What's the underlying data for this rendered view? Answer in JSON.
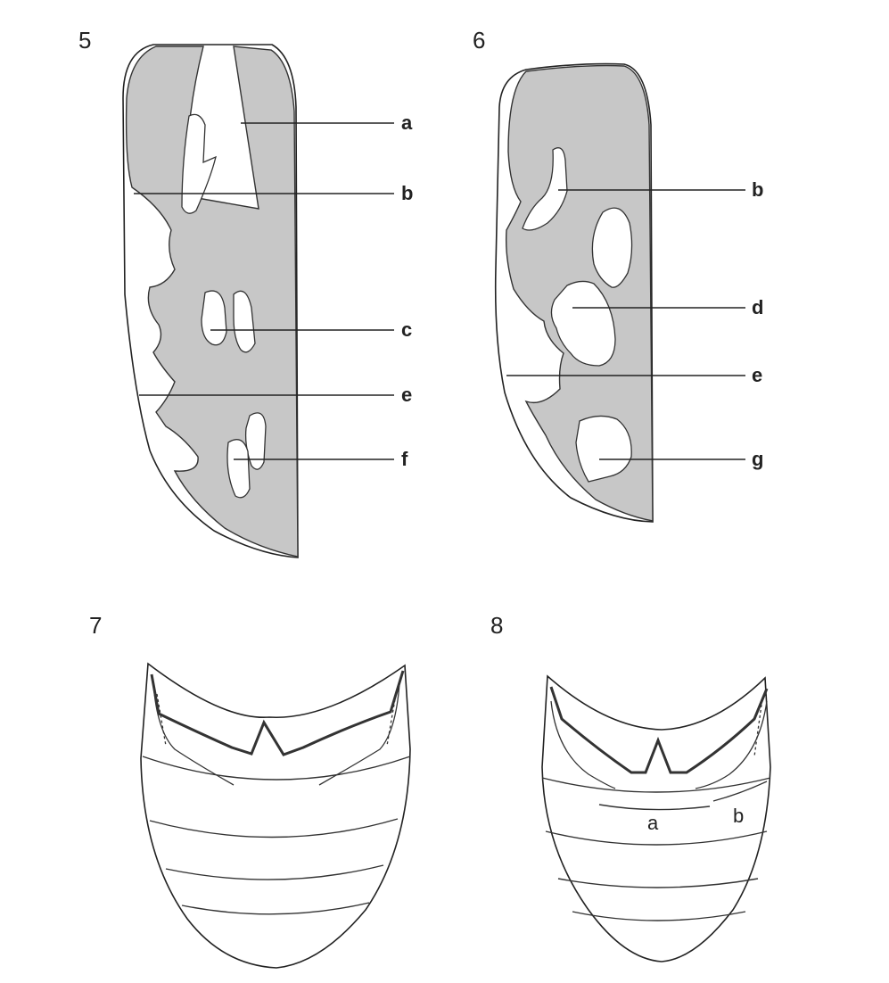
{
  "figures": {
    "fig5": {
      "number": "5",
      "labels": [
        "a",
        "b",
        "c",
        "e",
        "f"
      ]
    },
    "fig6": {
      "number": "6",
      "labels": [
        "b",
        "d",
        "e",
        "g"
      ]
    },
    "fig7": {
      "number": "7"
    },
    "fig8": {
      "number": "8",
      "labels": [
        "a",
        "b"
      ]
    }
  }
}
